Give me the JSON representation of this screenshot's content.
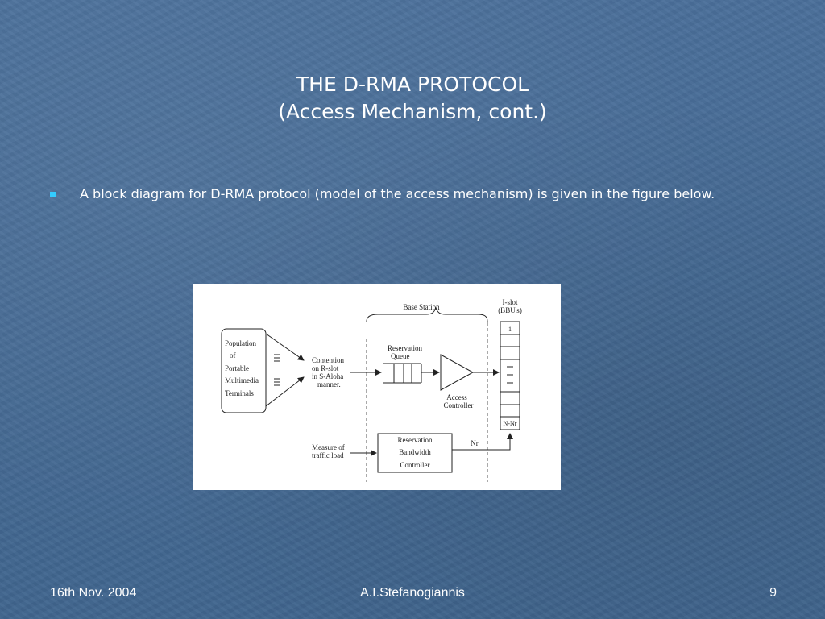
{
  "slide": {
    "title_line1": "THE D-RMA PROTOCOL",
    "title_line2": "(Access Mechanism, cont.)",
    "bullet": "A block diagram for D-RMA protocol (model of the access mechanism) is given in the figure below."
  },
  "diagram": {
    "base_station": "Base Station",
    "islot_line1": "I-slot",
    "islot_line2": "(BBU's)",
    "population": [
      "Population",
      "of",
      "Portable",
      "Multimedia",
      "Terminals"
    ],
    "contention": [
      "Contention",
      "on R-slot",
      "in S-Aloha",
      "manner."
    ],
    "reservation_queue": [
      "Reservation",
      "Queue"
    ],
    "access_controller": [
      "Access",
      "Controller"
    ],
    "slot_first": "1",
    "slot_last": "N-Nr",
    "nr": "Nr",
    "measure": [
      "Measure of",
      "traffic load"
    ],
    "rbc": [
      "Reservation",
      "Bandwidth",
      "Controller"
    ]
  },
  "footer": {
    "date": "16th Nov. 2004",
    "author": "A.I.Stefanogiannis",
    "page": "9"
  }
}
